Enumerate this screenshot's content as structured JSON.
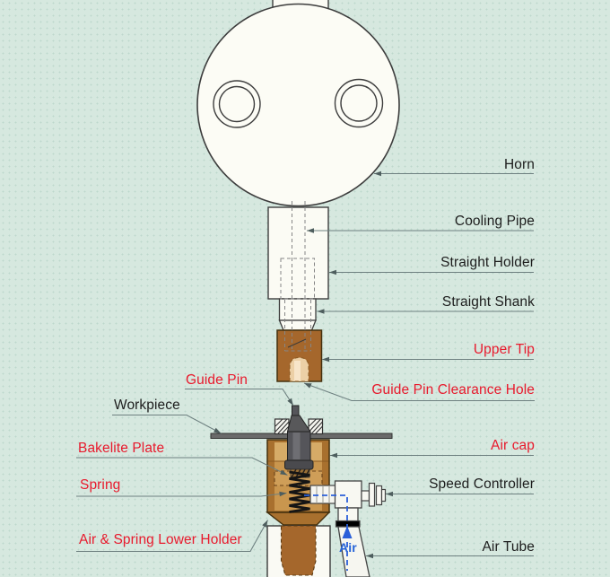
{
  "colors": {
    "background": "#d6e8df",
    "dot": "#bdd8cc",
    "ink": "#1d1d1d",
    "red": "#e8192c",
    "blue": "#2563d8",
    "leader": "#6e8080",
    "brown": "#a5672c",
    "brown_dark": "#8a5a22",
    "tan": "#ecd0a6",
    "metal": "#55555a",
    "white_part": "#fbfbf4",
    "outline": "#3d3d3d"
  },
  "labels": {
    "right": [
      {
        "text": "Horn",
        "color": "black"
      },
      {
        "text": "Cooling Pipe",
        "color": "black"
      },
      {
        "text": "Straight Holder",
        "color": "black"
      },
      {
        "text": "Straight Shank",
        "color": "black"
      },
      {
        "text": "Upper Tip",
        "color": "red"
      },
      {
        "text": "Guide Pin Clearance Hole",
        "color": "red"
      },
      {
        "text": "Air cap",
        "color": "red"
      },
      {
        "text": "Speed Controller",
        "color": "black"
      },
      {
        "text": "Air Tube",
        "color": "black"
      }
    ],
    "left": [
      {
        "text": "Guide Pin",
        "color": "red"
      },
      {
        "text": "Workpiece",
        "color": "black"
      },
      {
        "text": "Bakelite Plate",
        "color": "red"
      },
      {
        "text": "Spring",
        "color": "red"
      },
      {
        "text": "Air & Spring Lower Holder",
        "color": "red"
      }
    ],
    "flow": {
      "text": "Air",
      "color": "blue"
    }
  }
}
